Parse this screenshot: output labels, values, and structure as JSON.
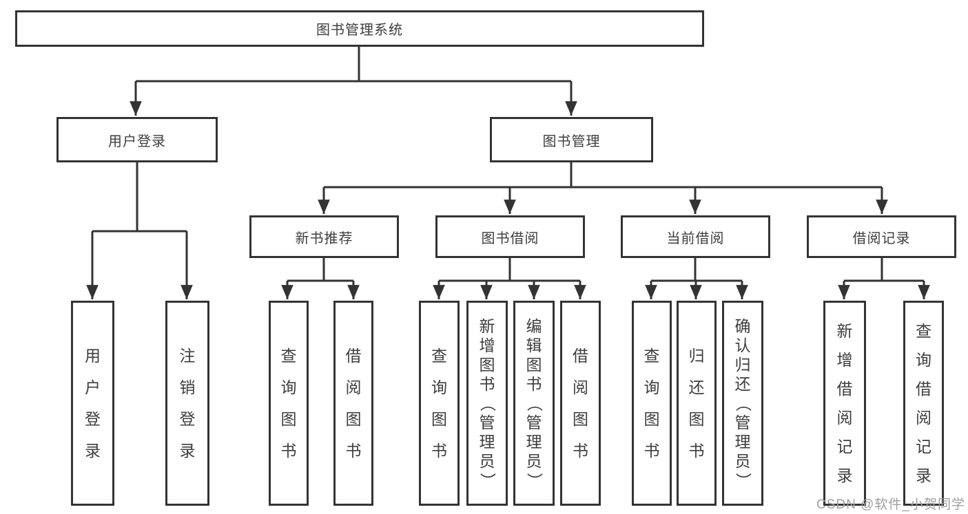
{
  "diagram": {
    "title": "图书管理系统",
    "type": "hierarchy-tree",
    "hierarchy": [
      {
        "parent": "图书管理系统",
        "children": [
          "用户登录",
          "图书管理"
        ]
      },
      {
        "parent": "用户登录",
        "children": [
          "用户登录",
          "注销登录"
        ]
      },
      {
        "parent": "图书管理",
        "children": [
          "新书推荐",
          "图书借阅",
          "当前借阅",
          "借阅记录"
        ]
      },
      {
        "parent": "新书推荐",
        "children": [
          "查询图书",
          "借阅图书"
        ]
      },
      {
        "parent": "图书借阅",
        "children": [
          "查询图书",
          "新增图书（管理员）",
          "编辑图书（管理员）",
          "借阅图书"
        ]
      },
      {
        "parent": "当前借阅",
        "children": [
          "查询图书",
          "归还图书",
          "确认归还（管理员）"
        ]
      },
      {
        "parent": "借阅记录",
        "children": [
          "新增借阅记录",
          "查询借阅记录"
        ]
      }
    ]
  },
  "nodes": {
    "root": {
      "label": "图书管理系统"
    },
    "login": {
      "label": "用户登录"
    },
    "mgmt": {
      "label": "图书管理"
    },
    "recommend": {
      "label": "新书推荐"
    },
    "borrow": {
      "label": "图书借阅"
    },
    "current": {
      "label": "当前借阅"
    },
    "records": {
      "label": "借阅记录"
    },
    "leaves": {
      "login_user": {
        "label": "用户登录"
      },
      "logout": {
        "label": "注销登录"
      },
      "rec_query": {
        "label": "查询图书"
      },
      "rec_borrow": {
        "label": "借阅图书"
      },
      "bor_query": {
        "label": "查询图书"
      },
      "bor_add": {
        "label": "新增图书（管理员）"
      },
      "bor_edit": {
        "label": "编辑图书（管理员）"
      },
      "bor_borrow": {
        "label": "借阅图书"
      },
      "cur_query": {
        "label": "查询图书"
      },
      "cur_return": {
        "label": "归还图书"
      },
      "cur_confirm": {
        "label": "确认归还（管理员）"
      },
      "log_add": {
        "label": "新增借阅记录"
      },
      "log_query": {
        "label": "查询借阅记录"
      }
    }
  },
  "watermark": {
    "text": "CSDN @软件_小贺同学"
  },
  "colors": {
    "line": "#333333",
    "box_border": "#333333",
    "text": "#3d3d3d",
    "watermark": "#9e9e9e",
    "background": "#ffffff"
  }
}
